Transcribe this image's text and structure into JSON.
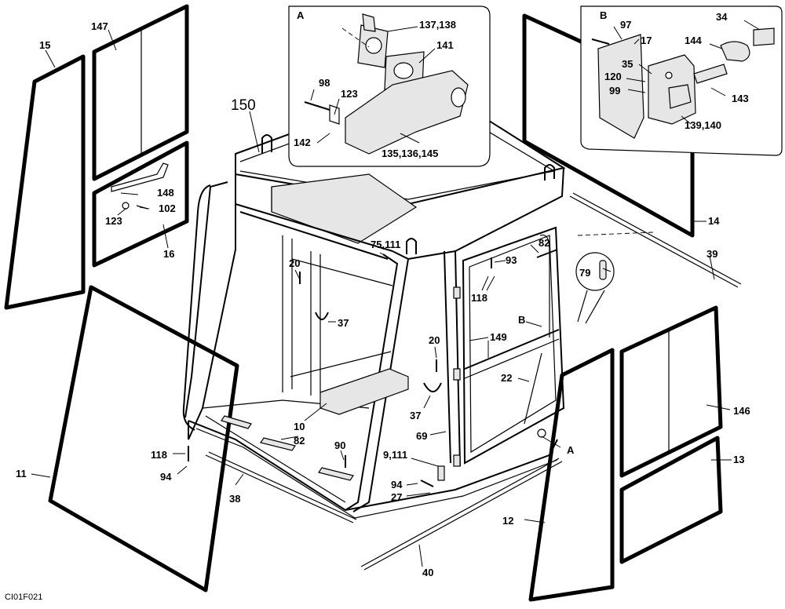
{
  "figure_code": "CI01F021",
  "callouts": {
    "a": "A",
    "b": "B"
  },
  "labels": {
    "n150": "150",
    "n147": "147",
    "n15": "15",
    "n148": "148",
    "n102": "102",
    "n123_left": "123",
    "n16": "16",
    "n11": "11",
    "n118_left": "118",
    "n94_left": "94",
    "n38": "38",
    "n82_floor": "82",
    "n10": "10",
    "n90": "90",
    "n20_left": "20",
    "n37_left": "37",
    "n75_111": "75,111",
    "n20_mid": "20",
    "n37_mid": "37",
    "n69": "69",
    "n9_111": "9,111",
    "n94_mid": "94",
    "n27": "27",
    "n40": "40",
    "n12": "12",
    "n82_top": "82",
    "n93": "93",
    "n118_door": "118",
    "n149": "149",
    "b_door": "B",
    "n22": "22",
    "a_door": "A",
    "n79": "79",
    "n14": "14",
    "n39": "39",
    "n146": "146",
    "n13": "13",
    "a_137_138": "137,138",
    "a_141": "141",
    "a_98": "98",
    "a_123": "123",
    "a_142": "142",
    "a_135_136_145": "135,136,145",
    "b_97": "97",
    "b_17": "17",
    "b_34": "34",
    "b_144": "144",
    "b_35": "35",
    "b_120": "120",
    "b_99": "99",
    "b_143": "143",
    "b_139_140": "139,140"
  }
}
